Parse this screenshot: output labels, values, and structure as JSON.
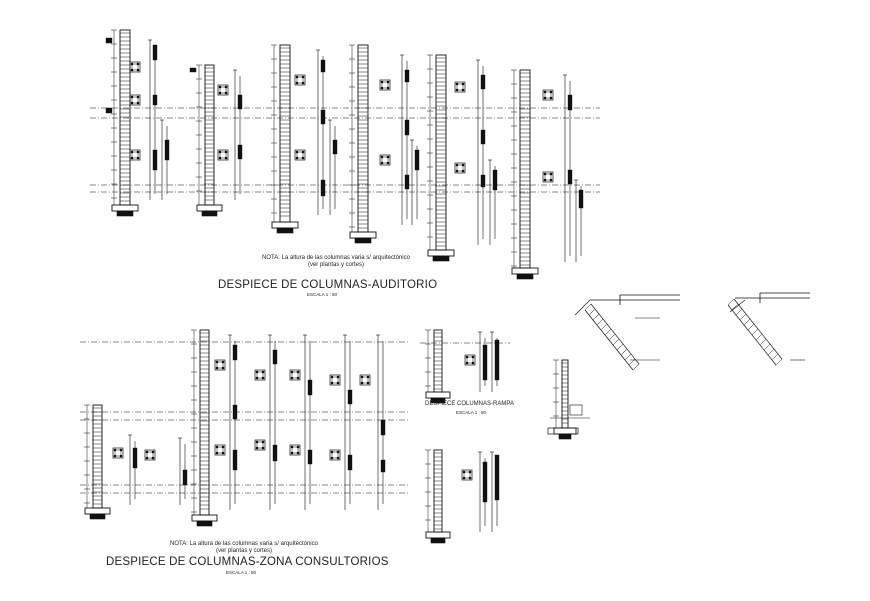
{
  "titles": {
    "auditorio": "DESPIECE DE COLUMNAS-AUDITORIO",
    "consultorios": "DESPIECE DE COLUMNAS-ZONA CONSULTORIOS",
    "rampa": "DESPIECE COLUMNAS-RAMPA"
  },
  "scale_label": "ESCALA 1 : 50",
  "notes": {
    "line1": "NOTA: La altura de las columnas varia s/ arquitectónico",
    "line2": "(ver plantas y cortes)"
  }
}
